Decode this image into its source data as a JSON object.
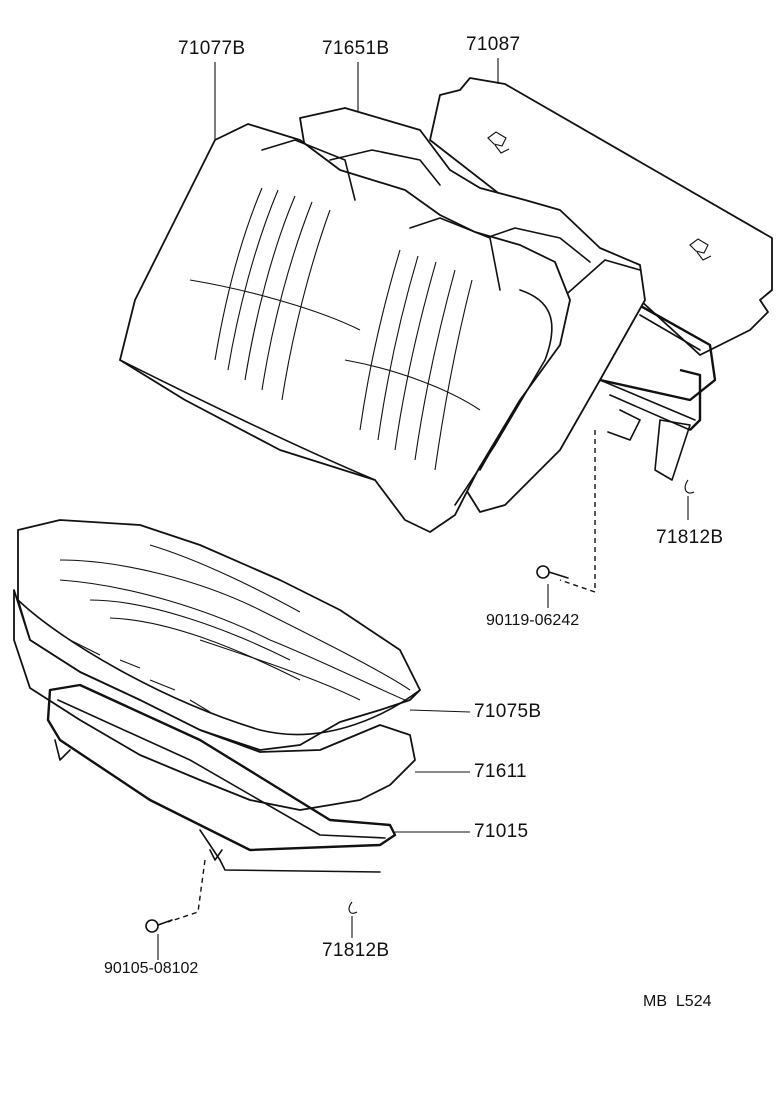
{
  "parts": [
    {
      "id": "p71077b",
      "number": "71077B"
    },
    {
      "id": "p71651b",
      "number": "71651B"
    },
    {
      "id": "p71087",
      "number": "71087"
    },
    {
      "id": "p71812b_upper",
      "number": "71812B"
    },
    {
      "id": "p90119",
      "number": "90119-06242"
    },
    {
      "id": "p71075b",
      "number": "71075B"
    },
    {
      "id": "p71611",
      "number": "71611"
    },
    {
      "id": "p71015",
      "number": "71015"
    },
    {
      "id": "p71812b_lower",
      "number": "71812B"
    },
    {
      "id": "p90105",
      "number": "90105-08102"
    }
  ],
  "diagram_code": "MB  L524"
}
